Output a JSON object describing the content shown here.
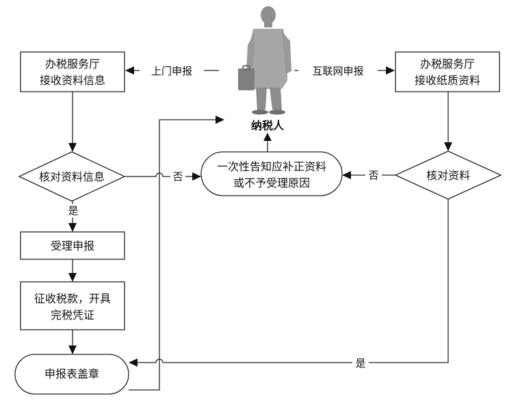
{
  "nodes": {
    "hall_digital": [
      "办税服务厅",
      "接收资料信息"
    ],
    "hall_paper": [
      "办税服务厅",
      "接收纸质资料"
    ],
    "taxpayer": "纳税人",
    "check_info": "核对资料信息",
    "check_docs": "核对资料",
    "notify": [
      "一次性告知应补正资料",
      "或不予受理原因"
    ],
    "accept": "受理申报",
    "collect": [
      "征收税款，开具",
      "完税凭证"
    ],
    "stamp": "申报表盖章"
  },
  "edge_labels": {
    "door_filing": "上门申报",
    "internet_filing": "互联网申报",
    "no_left": "否",
    "no_right": "否",
    "yes_left": "是",
    "yes_bottom": "是"
  },
  "colors": {
    "line": "#222222",
    "figure": "#a6a6a6",
    "figure_shade": "#7f7f7f"
  },
  "icons": {
    "taxpayer_figure": "businessman-with-briefcase-icon"
  }
}
